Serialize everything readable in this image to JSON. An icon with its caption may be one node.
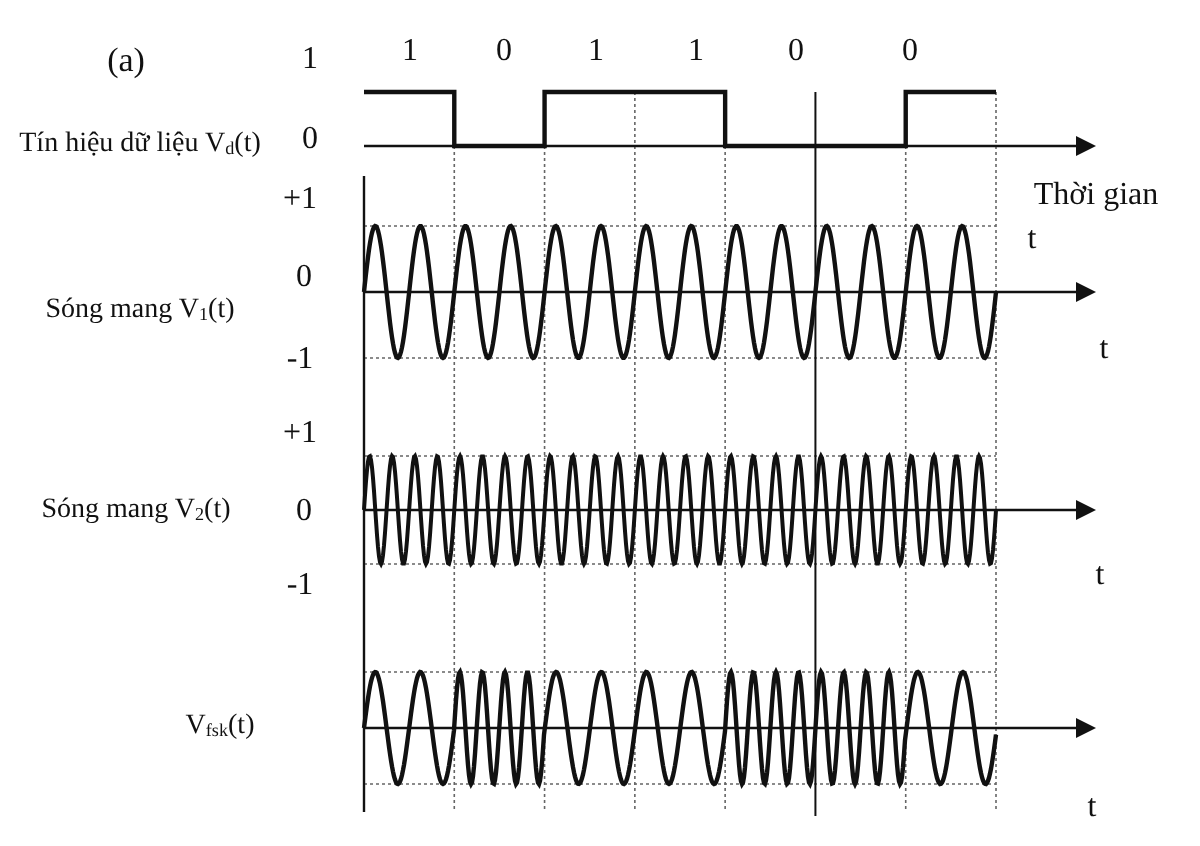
{
  "diagram": {
    "labels": [
      "(a)",
      "1",
      "1",
      "0",
      "1",
      "1",
      "0",
      "0",
      "Tín hiệu dữ liệu V$_{d}$(t)",
      "0",
      "Thời gian",
      "+1",
      "t",
      "0",
      "Sóng mang V$_{1}$(t)",
      "-1",
      "t",
      "+1",
      "Sóng mang V$_{2}$(t)",
      "0",
      "-1",
      "t",
      "V$_{fsk}$(t)",
      "t"
    ]
  }
}
